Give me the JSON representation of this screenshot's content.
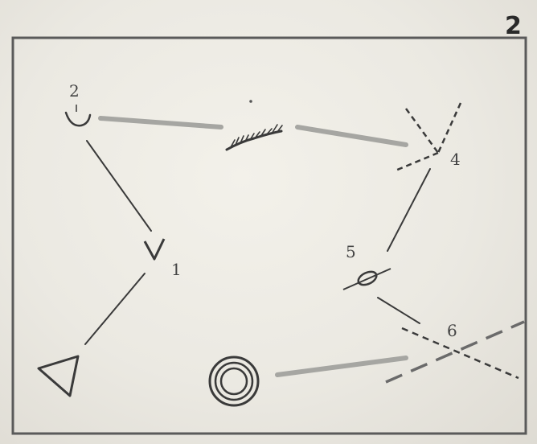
{
  "page_number": "2",
  "nodes": [
    {
      "id": "node-1",
      "label": "1",
      "symbol": "v-shape-icon"
    },
    {
      "id": "node-2",
      "label": "2",
      "symbol": "cup-arc-icon"
    },
    {
      "id": "node-3",
      "label": "",
      "symbol": "wavy-fringe-icon"
    },
    {
      "id": "node-4",
      "label": "4",
      "symbol": "dashed-cross-icon"
    },
    {
      "id": "node-5",
      "label": "5",
      "symbol": "crossed-circle-icon"
    },
    {
      "id": "node-6",
      "label": "6",
      "symbol": "dashed-cross-icon"
    },
    {
      "id": "node-triangle",
      "label": "",
      "symbol": "triangle-icon"
    },
    {
      "id": "node-rings",
      "label": "",
      "symbol": "concentric-circles-icon"
    }
  ],
  "colors": {
    "ink": "#3a3a3a",
    "frame": "#555555",
    "gray_link": "#a6a6a2",
    "paper": "#ebe9e2"
  }
}
